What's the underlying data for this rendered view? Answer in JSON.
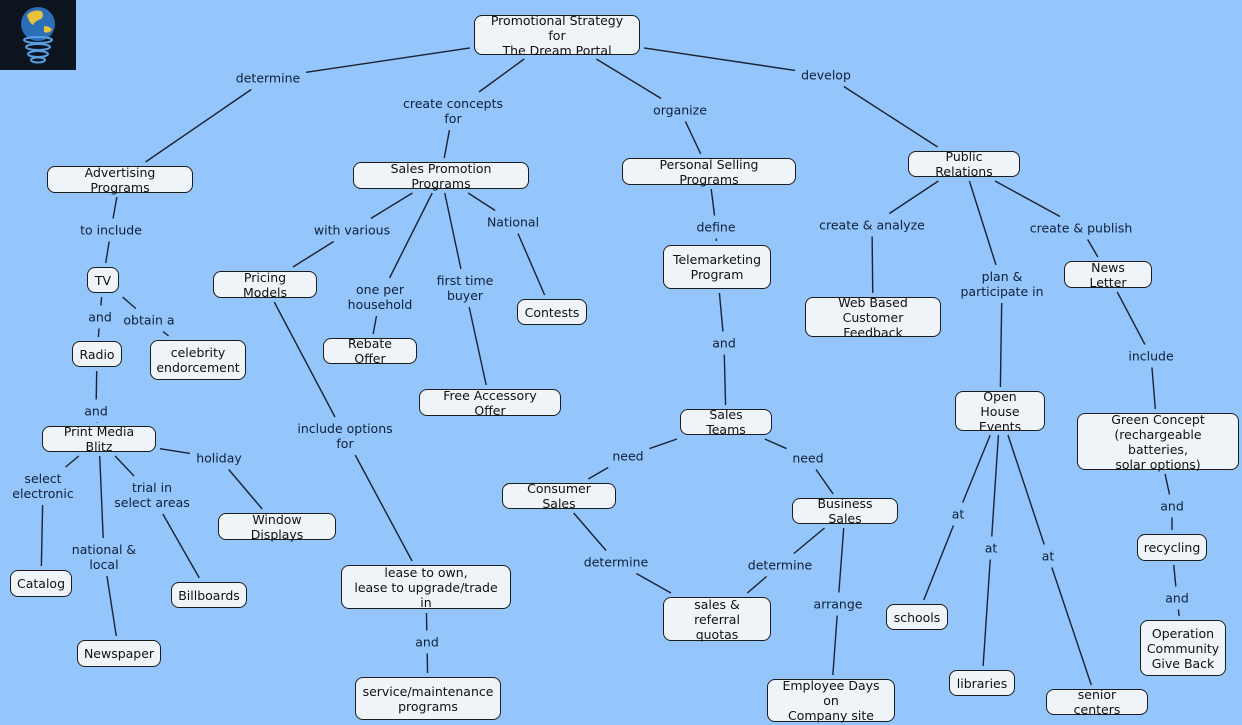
{
  "diagram": {
    "title": "Promotional Strategy for The Dream Portal",
    "background_color": "#94c5fb",
    "node_color": "#eef4f7",
    "logo": "globe-lightbulb-icon",
    "nodes": [
      {
        "id": "root",
        "text": "Promotional Strategy for\nThe Dream Portal"
      },
      {
        "id": "adv",
        "text": "Advertising Programs"
      },
      {
        "id": "spp",
        "text": "Sales Promotion Programs"
      },
      {
        "id": "psp",
        "text": "Personal Selling Programs"
      },
      {
        "id": "pr",
        "text": "Public Relations"
      },
      {
        "id": "tv",
        "text": "TV"
      },
      {
        "id": "radio",
        "text": "Radio"
      },
      {
        "id": "celeb",
        "text": "celebrity\nendorcement"
      },
      {
        "id": "pmb",
        "text": "Print Media Blitz"
      },
      {
        "id": "catalog",
        "text": "Catalog"
      },
      {
        "id": "newspaper",
        "text": "Newspaper"
      },
      {
        "id": "billboards",
        "text": "Billboards"
      },
      {
        "id": "window",
        "text": "Window Displays"
      },
      {
        "id": "pricing",
        "text": "Pricing Models"
      },
      {
        "id": "rebate",
        "text": "Rebate Offer"
      },
      {
        "id": "freeacc",
        "text": "Free Accessory Offer"
      },
      {
        "id": "contests",
        "text": "Contests"
      },
      {
        "id": "lease",
        "text": "lease to own,\nlease to upgrade/trade in"
      },
      {
        "id": "service",
        "text": "service/maintenance\nprograms"
      },
      {
        "id": "tele",
        "text": "Telemarketing\nProgram"
      },
      {
        "id": "teams",
        "text": "Sales Teams"
      },
      {
        "id": "consumer",
        "text": "Consumer Sales"
      },
      {
        "id": "business",
        "text": "Business Sales"
      },
      {
        "id": "quotas",
        "text": "sales & referral\nquotas"
      },
      {
        "id": "empdays",
        "text": "Employee Days on\nCompany site"
      },
      {
        "id": "webfb",
        "text": "Web Based\nCustomer Feedback"
      },
      {
        "id": "openhouse",
        "text": "Open House\nEvents"
      },
      {
        "id": "newsletter",
        "text": "News Letter"
      },
      {
        "id": "schools",
        "text": "schools"
      },
      {
        "id": "libraries",
        "text": "libraries"
      },
      {
        "id": "senior",
        "text": "senior centers"
      },
      {
        "id": "green",
        "text": "Green Concept\n(rechargeable batteries,\nsolar options)"
      },
      {
        "id": "recycling",
        "text": "recycling"
      },
      {
        "id": "ocgb",
        "text": "Operation\nCommunity\nGive Back"
      }
    ],
    "links": [
      {
        "id": "l_determine",
        "text": "determine",
        "from": "root",
        "to": "adv"
      },
      {
        "id": "l_create",
        "text": "create concepts\nfor",
        "from": "root",
        "to": "spp"
      },
      {
        "id": "l_organize",
        "text": "organize",
        "from": "root",
        "to": "psp"
      },
      {
        "id": "l_develop",
        "text": "develop",
        "from": "root",
        "to": "pr"
      },
      {
        "id": "l_toinclude",
        "text": "to include",
        "from": "adv",
        "to": "tv"
      },
      {
        "id": "l_and1",
        "text": "and",
        "from": "tv",
        "to": "radio"
      },
      {
        "id": "l_obtain",
        "text": "obtain a",
        "from": "tv",
        "to": "celeb"
      },
      {
        "id": "l_and2",
        "text": "and",
        "from": "radio",
        "to": "pmb"
      },
      {
        "id": "l_selelec",
        "text": "select\nelectronic",
        "from": "pmb",
        "to": "catalog"
      },
      {
        "id": "l_natlocal",
        "text": "national &\nlocal",
        "from": "pmb",
        "to": "newspaper"
      },
      {
        "id": "l_trial",
        "text": "trial in\nselect areas",
        "from": "pmb",
        "to": "billboards"
      },
      {
        "id": "l_holiday",
        "text": "holiday",
        "from": "pmb",
        "to": "window"
      },
      {
        "id": "l_various",
        "text": "with various",
        "from": "spp",
        "to": "pricing"
      },
      {
        "id": "l_oneper",
        "text": "one per\nhousehold",
        "from": "spp",
        "to": "rebate"
      },
      {
        "id": "l_firsttime",
        "text": "first time\nbuyer",
        "from": "spp",
        "to": "freeacc"
      },
      {
        "id": "l_national",
        "text": "National",
        "from": "spp",
        "to": "contests"
      },
      {
        "id": "l_incopt",
        "text": "include options\nfor",
        "from": "pricing",
        "to": "lease"
      },
      {
        "id": "l_and3",
        "text": "and",
        "from": "lease",
        "to": "service"
      },
      {
        "id": "l_define",
        "text": "define",
        "from": "psp",
        "to": "tele"
      },
      {
        "id": "l_and4",
        "text": "and",
        "from": "tele",
        "to": "teams"
      },
      {
        "id": "l_need1",
        "text": "need",
        "from": "teams",
        "to": "consumer"
      },
      {
        "id": "l_need2",
        "text": "need",
        "from": "teams",
        "to": "business"
      },
      {
        "id": "l_det2",
        "text": "determine",
        "from": "consumer",
        "to": "quotas"
      },
      {
        "id": "l_det3",
        "text": "determine",
        "from": "business",
        "to": "quotas"
      },
      {
        "id": "l_arrange",
        "text": "arrange",
        "from": "business",
        "to": "empdays"
      },
      {
        "id": "l_createan",
        "text": "create & analyze",
        "from": "pr",
        "to": "webfb"
      },
      {
        "id": "l_plan",
        "text": "plan &\nparticipate in",
        "from": "pr",
        "to": "openhouse"
      },
      {
        "id": "l_createpub",
        "text": "create & publish",
        "from": "pr",
        "to": "newsletter"
      },
      {
        "id": "l_at1",
        "text": "at",
        "from": "openhouse",
        "to": "schools"
      },
      {
        "id": "l_at2",
        "text": "at",
        "from": "openhouse",
        "to": "libraries"
      },
      {
        "id": "l_at3",
        "text": "at",
        "from": "openhouse",
        "to": "senior"
      },
      {
        "id": "l_include",
        "text": "include",
        "from": "newsletter",
        "to": "green"
      },
      {
        "id": "l_and5",
        "text": "and",
        "from": "green",
        "to": "recycling"
      },
      {
        "id": "l_and6",
        "text": "and",
        "from": "recycling",
        "to": "ocgb"
      }
    ]
  }
}
